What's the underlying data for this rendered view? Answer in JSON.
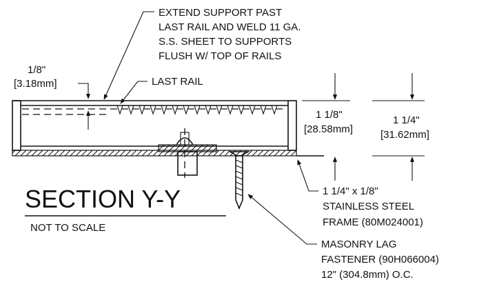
{
  "title": "SECTION Y-Y",
  "subtitle": "NOT TO SCALE",
  "notes": {
    "extend_support": [
      "EXTEND SUPPORT PAST",
      "LAST RAIL AND WELD 11 GA.",
      "S.S. SHEET TO SUPPORTS",
      "FLUSH W/ TOP OF RAILS"
    ],
    "last_rail": "LAST RAIL",
    "frame": [
      "1 1/4\" x 1/8\"",
      "STAINLESS STEEL",
      "FRAME (80M024001)"
    ],
    "fastener": [
      "MASONRY LAG",
      "FASTENER (90H066004)",
      "12\" (304.8mm) O.C."
    ]
  },
  "dimensions": {
    "sheet_thickness": [
      "1/8\"",
      "[3.18mm]"
    ],
    "rail_height": [
      "1 1/8\"",
      "[28.58mm]"
    ],
    "overall_height": [
      "1 1/4\"",
      "[31.62mm]"
    ]
  }
}
